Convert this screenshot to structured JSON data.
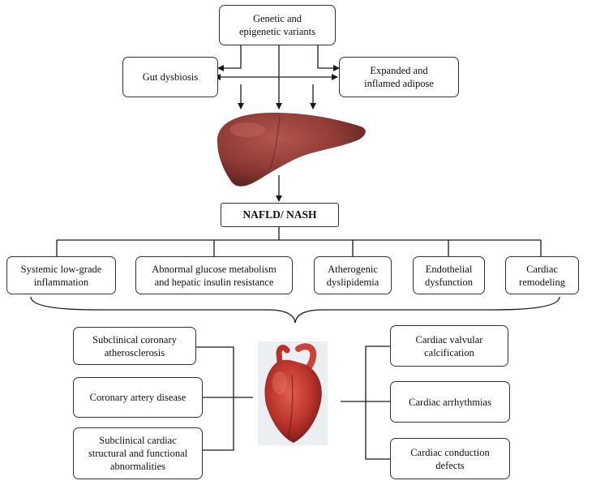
{
  "nodes": {
    "genetic": "Genetic and\nepigenetic variants",
    "gut": "Gut dysbiosis",
    "adipose": "Expanded and\ninflamed adipose",
    "nafld": "NAFLD/ NASH",
    "inflammation": "Systemic low-grade\ninflammation",
    "glucose": "Abnormal glucose metabolism\nand hepatic insulin resistance",
    "dyslipidemia": "Atherogenic\ndyslipidemia",
    "endothelial": "Endothelial\ndysfunction",
    "remodeling": "Cardiac\nremodeling",
    "subclinical_coronary": "Subclinical coronary\natherosclerosis",
    "cad": "Coronary artery disease",
    "subclinical_cardiac": "Subclinical cardiac\nstructural and functional\nabnormalities",
    "valvular": "Cardiac valvular\ncalcification",
    "arrhythmias": "Cardiac arrhythmias",
    "conduction": "Cardiac conduction\ndefects"
  },
  "colors": {
    "line": "#1a1a1a",
    "liver": "#8e3a35",
    "heart": "#b8322a"
  },
  "illustrations": [
    "liver-illustration",
    "heart-illustration"
  ]
}
